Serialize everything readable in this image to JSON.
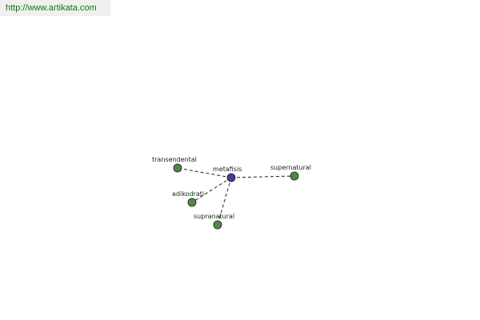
{
  "source_url": "http://www.artikata.com",
  "center": {
    "id": "metafisis",
    "label": "metafisis",
    "color": "#3f3f99"
  },
  "nodes": [
    {
      "id": "transendental",
      "label": "transendental",
      "color": "#4f8a45"
    },
    {
      "id": "supernatural",
      "label": "supernatural",
      "color": "#4f8a45"
    },
    {
      "id": "adikodrati",
      "label": "adikodrati",
      "color": "#4f8a45"
    },
    {
      "id": "supranatural",
      "label": "supranatural",
      "color": "#4f8a45"
    }
  ],
  "edges": [
    {
      "from": "metafisis",
      "to": "transendental"
    },
    {
      "from": "metafisis",
      "to": "supernatural"
    },
    {
      "from": "metafisis",
      "to": "adikodrati"
    },
    {
      "from": "metafisis",
      "to": "supranatural"
    }
  ]
}
